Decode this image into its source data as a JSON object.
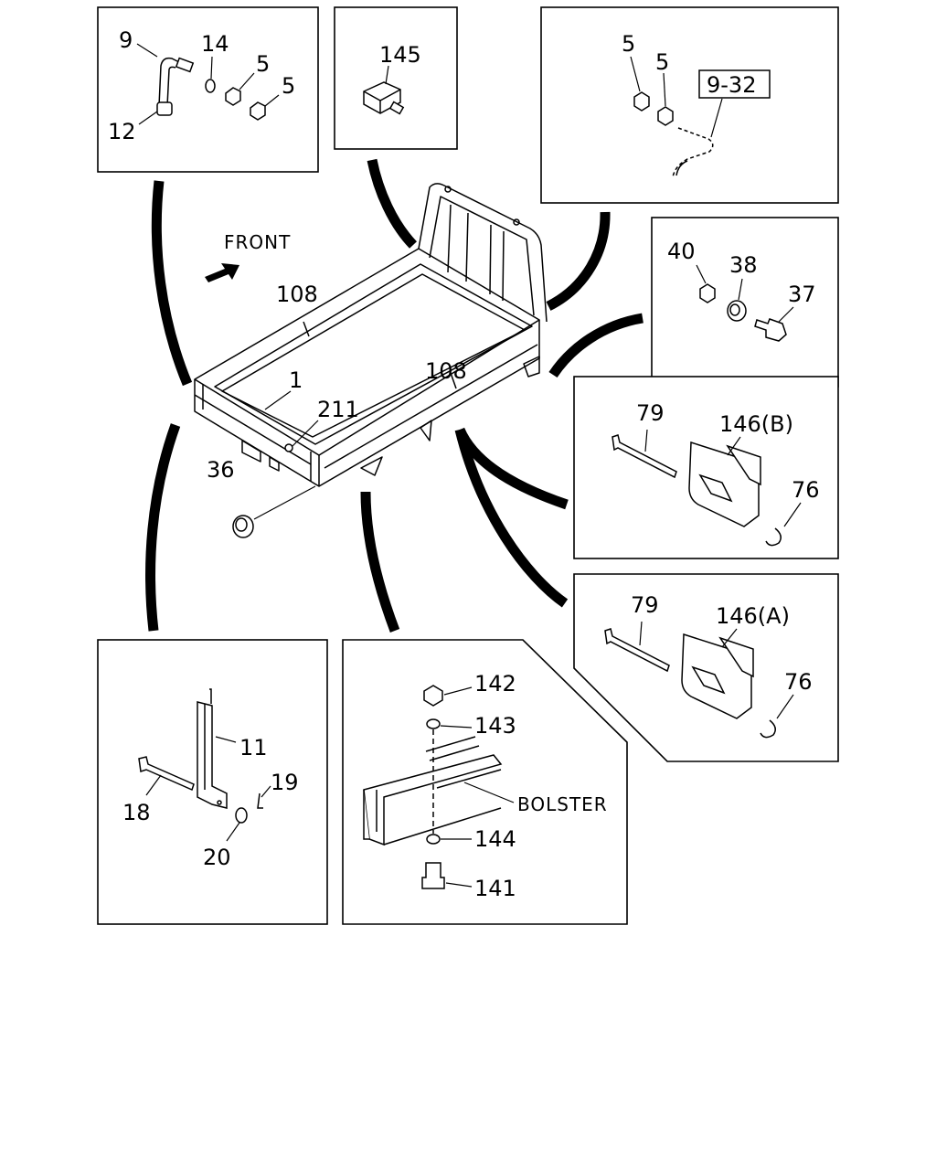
{
  "diagram": {
    "front_label": "FRONT",
    "bolster_label": "BOLSTER",
    "ref_box_label": "9-32",
    "main_labels": {
      "body": "1",
      "side_rail_a": "108",
      "side_rail_b": "108",
      "bolt_211": "211",
      "cushion": "36"
    },
    "panel_tl": {
      "pipe": "9",
      "washer": "14",
      "nut_a": "5",
      "nut_b": "5",
      "union": "12"
    },
    "panel_tc": {
      "valve": "145"
    },
    "panel_tr": {
      "nut_a": "5",
      "nut_b": "5"
    },
    "panel_r1": {
      "nut": "40",
      "bushing": "38",
      "bolt": "37"
    },
    "panel_r2": {
      "pin": "79",
      "hinge": "146(B)",
      "clip": "76"
    },
    "panel_r3": {
      "pin": "79",
      "hinge": "146(A)",
      "clip": "76"
    },
    "panel_bl": {
      "stay": "11",
      "bolt": "18",
      "pin": "19",
      "washer": "20"
    },
    "panel_bc": {
      "nut": "142",
      "washer_upper": "143",
      "washer_lower": "144",
      "bolt": "141"
    }
  }
}
